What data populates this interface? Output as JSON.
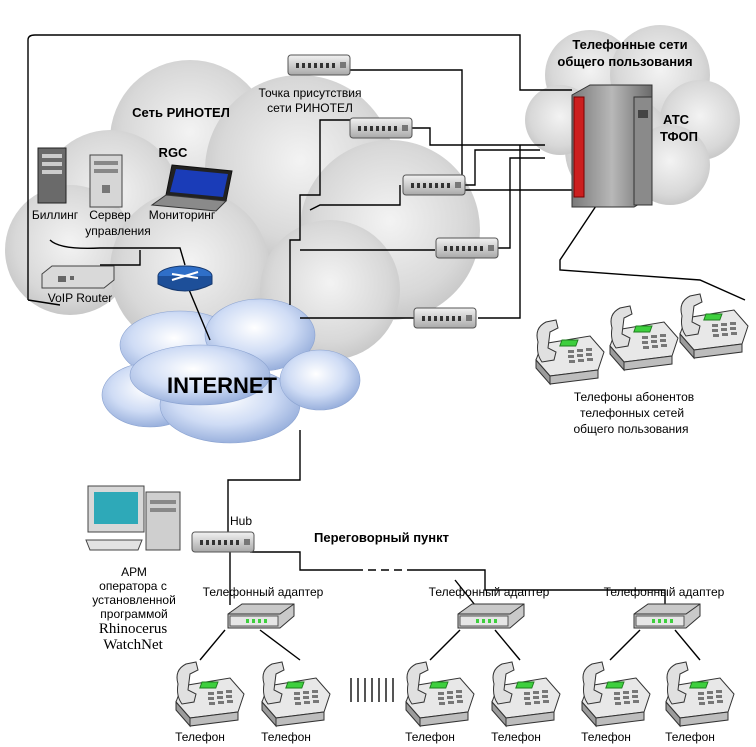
{
  "public_network": {
    "title_line1": "Телефонные сети",
    "title_line2": "общего пользования",
    "exchange_label_1": "АТС",
    "exchange_label_2": "ТФОП",
    "subscribers_line1": "Телефоны абонентов",
    "subscribers_line2": "телефонных сетей",
    "subscribers_line3": "общего пользования"
  },
  "rinotel": {
    "network_title": "Сеть РИНОТЕЛ",
    "pop_line1": "Точка присутствия",
    "pop_line2": "сети РИНОТЕЛ",
    "rgc_label": "RGC",
    "billing_label": "Биллинг",
    "server_line1": "Сервер",
    "server_line2": "управления",
    "monitoring_label": "Мониторинг",
    "voip_router_label": "VoIP Router"
  },
  "internet": {
    "label": "INTERNET"
  },
  "call_office": {
    "title": "Переговорный пункт",
    "hub_label": "Hub",
    "operator_line1": "АРМ",
    "operator_line2": "оператора с",
    "operator_line3": "установленной",
    "operator_line4": "программой",
    "operator_line5": "Rhinocerus",
    "operator_line6": "WatchNet",
    "adapters": [
      {
        "label": "Телефонный адаптер"
      },
      {
        "label": "Телефонный адаптер"
      },
      {
        "label": "Телефонный адаптер"
      }
    ],
    "phones": [
      {
        "label": "Телефон"
      },
      {
        "label": "Телефон"
      },
      {
        "label": "Телефон"
      },
      {
        "label": "Телефон"
      },
      {
        "label": "Телефон"
      },
      {
        "label": "Телефон"
      }
    ]
  },
  "colors": {
    "cloud_gray": "#d4d4d4",
    "cloud_blue": "#c9d7f1",
    "exchange_red": "#cc1f1f",
    "device_gray": "#d9d9d9",
    "led_green": "#3ecf3e",
    "line": "#000000"
  },
  "icons": [
    "server-icon",
    "laptop-icon",
    "router-icon",
    "switch-icon",
    "pbx-icon",
    "phone-icon",
    "workstation-icon"
  ]
}
